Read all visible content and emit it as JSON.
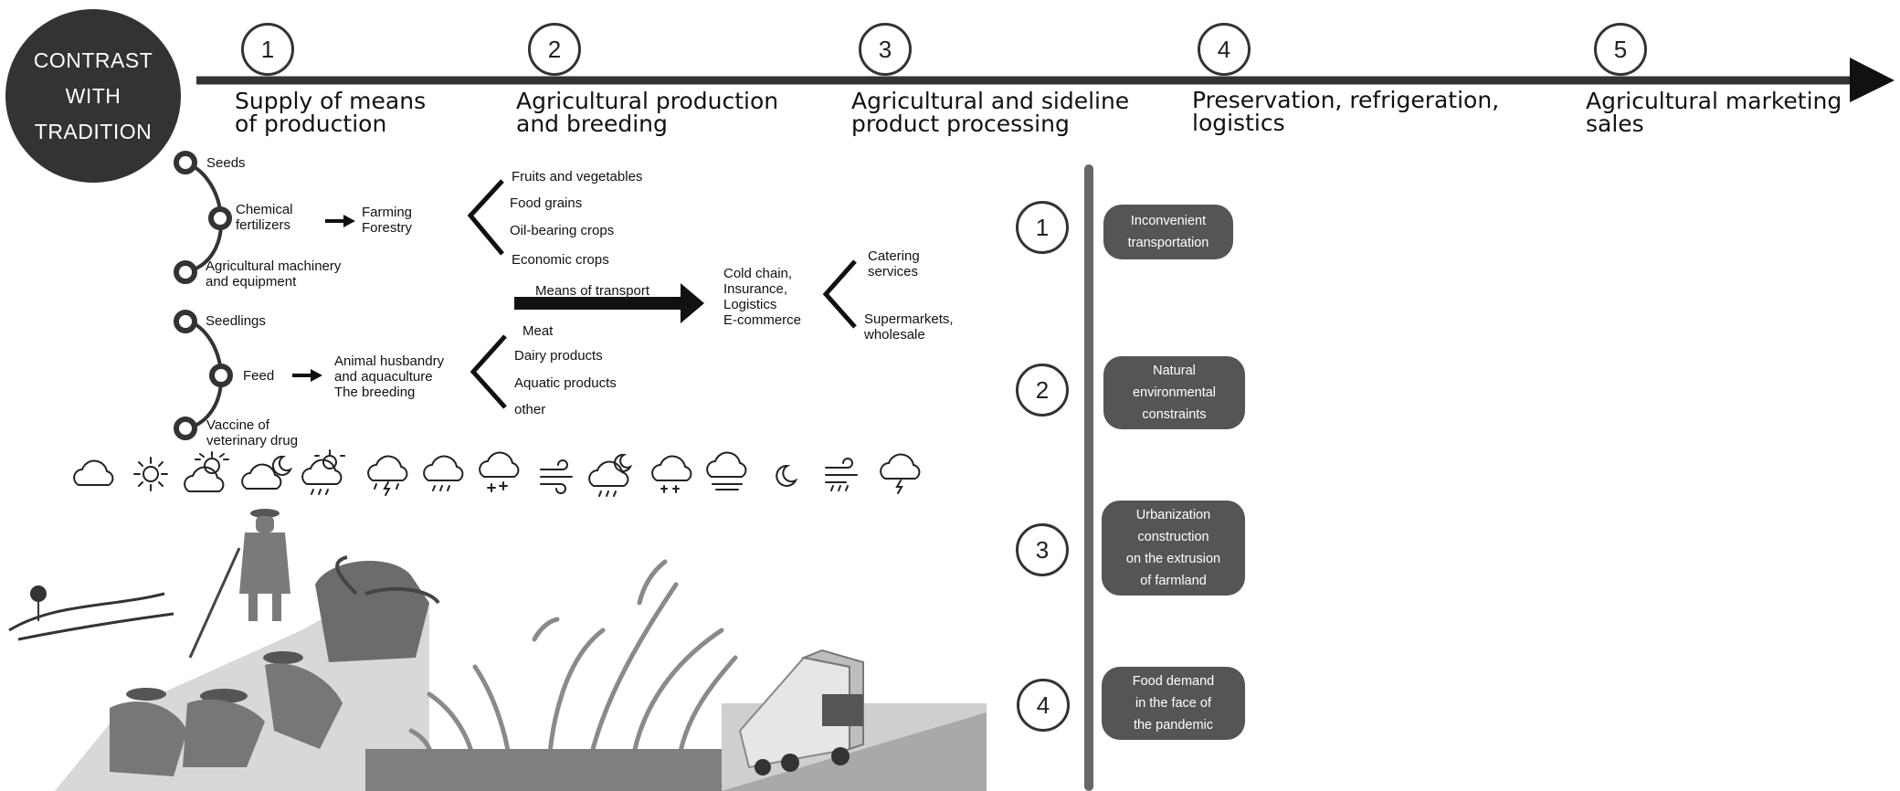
{
  "contrast_label": "CONTRAST\nWITH\nTRADITION",
  "timeline": {
    "stages": [
      {
        "num": "1",
        "label": "Supply of means\nof production"
      },
      {
        "num": "2",
        "label": "Agricultural production\nand breeding"
      },
      {
        "num": "3",
        "label": "Agricultural and sideline\n product processing"
      },
      {
        "num": "4",
        "label": "Preservation, refrigeration,\nlogistics"
      },
      {
        "num": "5",
        "label": "Agricultural marketing\nsales"
      }
    ]
  },
  "supply_upper": [
    "Seeds",
    "Chemical\nfertilizers",
    "Agricultural machinery\n and equipment"
  ],
  "supply_lower": [
    "Seedlings",
    "Feed",
    "Vaccine of\nveterinary drug"
  ],
  "farming_label": "Farming\nForestry",
  "animal_label": "Animal husbandry\n and aquaculture\nThe breeding",
  "crops": [
    "Fruits and vegetables",
    "Food grains",
    "Oil-bearing crops",
    "Economic crops"
  ],
  "animal_products": [
    "Meat",
    "Dairy products",
    "Aquatic products",
    "other"
  ],
  "transport_label": "Means of transport",
  "processing_label": "Cold chain,\nInsurance,\nLogistics\nE-commerce",
  "sales_outlets": [
    "Catering\nservices",
    "Supermarkets,\nwholesale"
  ],
  "weather_icons": [
    "cloud-icon",
    "sun-icon",
    "sun-cloud-icon",
    "moon-cloud-icon",
    "sun-rain-cloud-icon",
    "thunder-rain-icon",
    "rain-icon",
    "snow-icon",
    "wind-icon",
    "moon-rain-icon",
    "sleet-icon",
    "fog-icon",
    "moon-icon",
    "wind-rain-icon",
    "thunderstorm-icon"
  ],
  "problems": [
    {
      "num": "1",
      "label": "Inconvenient\ntransportation"
    },
    {
      "num": "2",
      "label": "Natural\nenvironmental\nconstraints"
    },
    {
      "num": "3",
      "label": "Urbanization\nconstruction\non the extrusion\nof farmland"
    },
    {
      "num": "4",
      "label": "Food demand\nin the face of\nthe pandemic"
    }
  ],
  "colors": {
    "dark": "#333333",
    "pill": "#555555",
    "grey_bar": "#666666"
  }
}
